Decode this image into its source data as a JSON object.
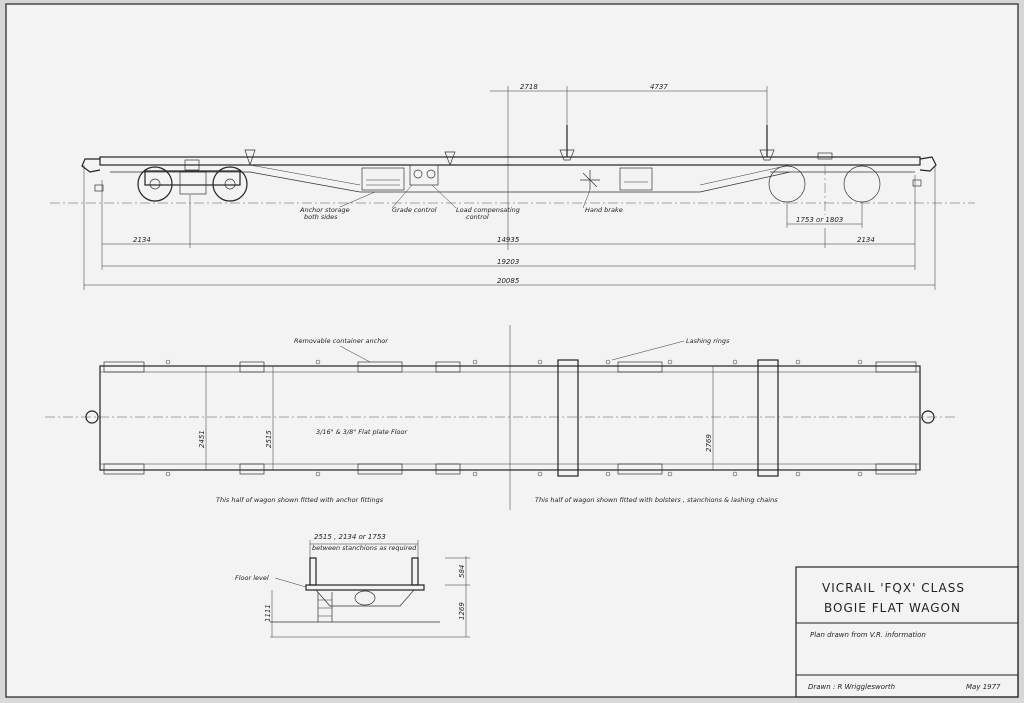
{
  "side_view": {
    "dims_top": [
      "2718",
      "4737"
    ],
    "dims_bottom": [
      "2134",
      "14935",
      "2134"
    ],
    "dim_bogie": "1753  or  1803",
    "dim_19203": "19203",
    "dim_20085": "20085",
    "callouts": {
      "anchor_storage_1": "Anchor storage",
      "anchor_storage_2": "both sides",
      "grade_control": "Grade control",
      "load_comp_1": "Load compensating",
      "load_comp_2": "control",
      "hand_brake": "Hand brake"
    }
  },
  "plan_view": {
    "removable_anchor": "Removable  container  anchor",
    "lashing_rings": "Lashing rings",
    "floor_plate": "3/16\" & 3/8\" Flat plate Floor",
    "dim_2451": "2451",
    "dim_2515": "2515",
    "dim_2769": "2769",
    "caption_left": "This half of wagon shown fitted with anchor fittings",
    "caption_right": "This half of wagon shown fitted with bolsters , stanchions & lashing chains"
  },
  "end_view": {
    "dim_top_1": "2515 , 2134  or  1753",
    "dim_top_2": "between stanchions as required",
    "floor_level": "Floor level",
    "dim_584": "584",
    "dim_1269": "1269",
    "dim_1111": "1111"
  },
  "title_block": {
    "title_line1": "VICRAIL  'FQX'  CLASS",
    "title_line2": "BOGIE  FLAT   WAGON",
    "note": "Plan  drawn  from  V.R.  information",
    "drawn": "Drawn :  R  Wrigglesworth",
    "date": "May 1977"
  }
}
